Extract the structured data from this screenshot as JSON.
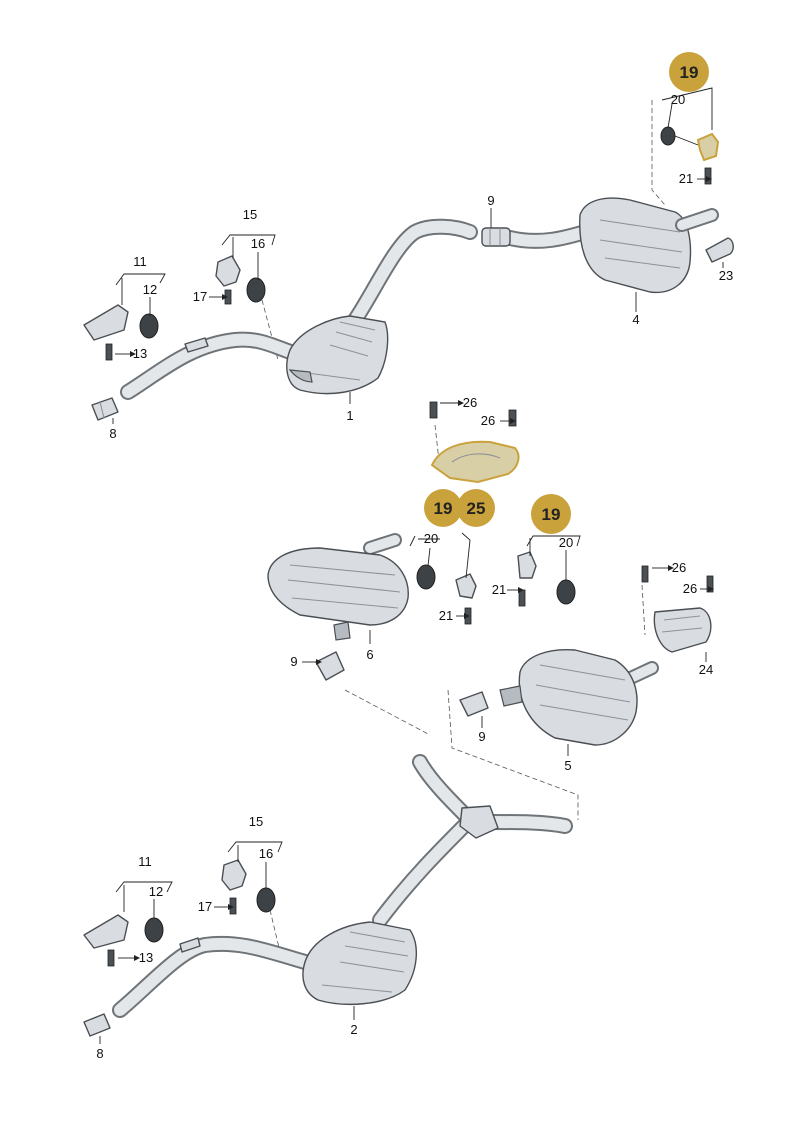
{
  "callouts": [
    {
      "id": "c1",
      "text": "1"
    },
    {
      "id": "c2",
      "text": "2"
    },
    {
      "id": "c4",
      "text": "4"
    },
    {
      "id": "c5",
      "text": "5"
    },
    {
      "id": "c6",
      "text": "6"
    },
    {
      "id": "c8a",
      "text": "8"
    },
    {
      "id": "c8b",
      "text": "8"
    },
    {
      "id": "c9a",
      "text": "9"
    },
    {
      "id": "c9b",
      "text": "9"
    },
    {
      "id": "c9c",
      "text": "9"
    },
    {
      "id": "c11a",
      "text": "11"
    },
    {
      "id": "c11b",
      "text": "11"
    },
    {
      "id": "c12a",
      "text": "12"
    },
    {
      "id": "c12b",
      "text": "12"
    },
    {
      "id": "c13a",
      "text": "13"
    },
    {
      "id": "c13b",
      "text": "13"
    },
    {
      "id": "c15a",
      "text": "15"
    },
    {
      "id": "c15b",
      "text": "15"
    },
    {
      "id": "c16a",
      "text": "16"
    },
    {
      "id": "c16b",
      "text": "16"
    },
    {
      "id": "c17a",
      "text": "17"
    },
    {
      "id": "c17b",
      "text": "17"
    },
    {
      "id": "c20a",
      "text": "20"
    },
    {
      "id": "c20b",
      "text": "20"
    },
    {
      "id": "c20c",
      "text": "20"
    },
    {
      "id": "c21a",
      "text": "21"
    },
    {
      "id": "c21b",
      "text": "21"
    },
    {
      "id": "c21c",
      "text": "21"
    },
    {
      "id": "c23",
      "text": "23"
    },
    {
      "id": "c24",
      "text": "24"
    },
    {
      "id": "c26a",
      "text": "26"
    },
    {
      "id": "c26b",
      "text": "26"
    },
    {
      "id": "c26c",
      "text": "26"
    },
    {
      "id": "c26d",
      "text": "26"
    }
  ],
  "badges": [
    {
      "id": "b19top",
      "text": "19"
    },
    {
      "id": "b19mid",
      "text": "19"
    },
    {
      "id": "b25",
      "text": "25"
    },
    {
      "id": "b19right",
      "text": "19"
    }
  ],
  "colors": {
    "highlight": "#c9a23c",
    "pipe": "#dfe3e6",
    "outline": "#4a4f54"
  }
}
